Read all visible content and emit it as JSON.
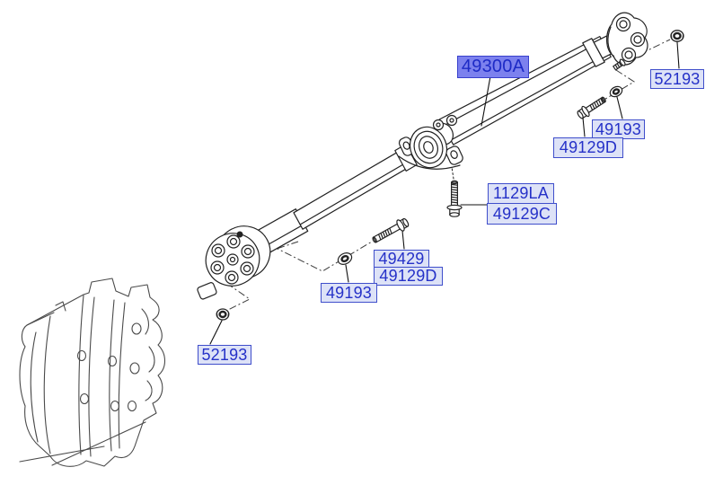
{
  "diagram": {
    "description": "Propeller shaft parts diagram",
    "labels": [
      {
        "part": "49300A",
        "selected": true
      },
      {
        "part": "52193"
      },
      {
        "part": "49193"
      },
      {
        "part": "49129D"
      },
      {
        "part": "1129LA"
      },
      {
        "part": "49129C"
      },
      {
        "part": "49429"
      },
      {
        "part": "49129D"
      },
      {
        "part": "49193"
      },
      {
        "part": "52193"
      }
    ],
    "colors": {
      "label_background": "#dde2f7",
      "label_border": "#3f4ecb",
      "label_text": "#2531c8",
      "selected_label_background": "#7c81ee",
      "selected_label_text": "#1d2ac6",
      "line_art": "#222222",
      "sketch_line": "#4a4a4a",
      "page_background": "#ffffff"
    }
  }
}
